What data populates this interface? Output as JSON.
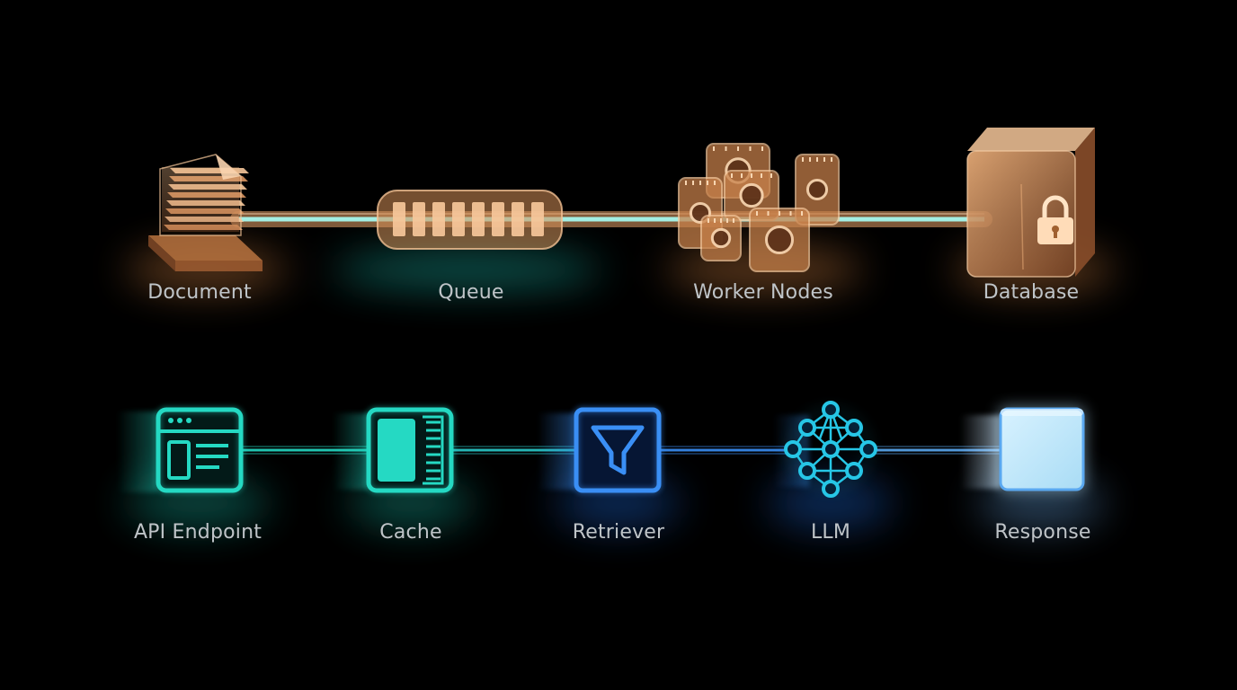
{
  "colors": {
    "background": "#000000",
    "amber": "#e8a36a",
    "amber_light": "#f6c79a",
    "cyan": "#5ff0e6",
    "teal": "#22d8c2",
    "blue": "#2f8cf0",
    "label": "#bfc4c8"
  },
  "top_pipeline": [
    {
      "label": "Document",
      "icon": "document-stack-icon"
    },
    {
      "label": "Queue",
      "icon": "queue-capsule-icon"
    },
    {
      "label": "Worker Nodes",
      "icon": "chip-cluster-icon"
    },
    {
      "label": "Database",
      "icon": "lock-cube-icon"
    }
  ],
  "bottom_pipeline": [
    {
      "label": "API Endpoint",
      "icon": "browser-window-icon"
    },
    {
      "label": "Cache",
      "icon": "memory-module-icon"
    },
    {
      "label": "Retriever",
      "icon": "funnel-icon"
    },
    {
      "label": "LLM",
      "icon": "neural-network-icon"
    },
    {
      "label": "Response",
      "icon": "glowing-square-icon"
    }
  ]
}
